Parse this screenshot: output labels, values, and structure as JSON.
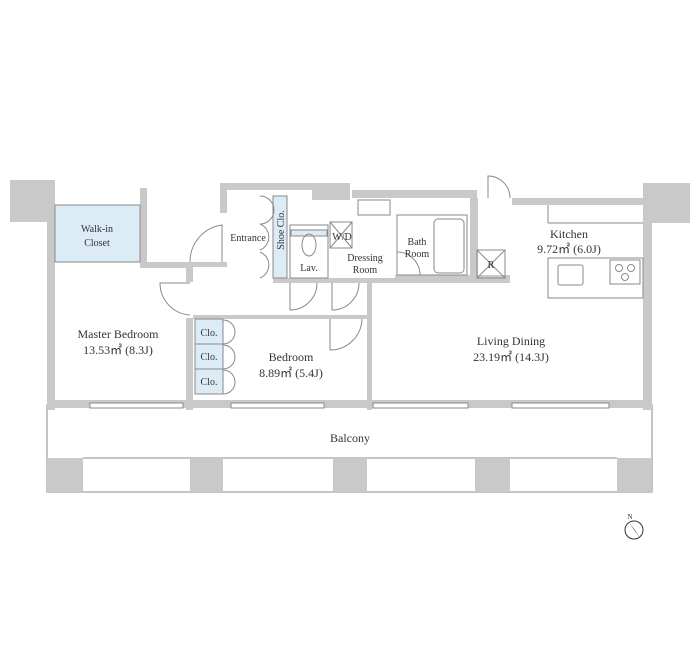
{
  "rooms": {
    "walk_in_closet": {
      "line1": "Walk-in",
      "line2": "Closet"
    },
    "entrance": "Entrance",
    "shoe_closet": "Shoe Clo.",
    "lavatory": "Lav.",
    "washer_dryer": "W/D",
    "dressing_room": {
      "line1": "Dressing",
      "line2": "Room"
    },
    "bath_room": {
      "line1": "Bath",
      "line2": "Room"
    },
    "refrigerator": "R",
    "kitchen": {
      "name": "Kitchen",
      "area": "9.72㎡ (6.0J)"
    },
    "master_bedroom": {
      "name": "Master Bedroom",
      "area": "13.53㎡ (8.3J)"
    },
    "bedroom": {
      "name": "Bedroom",
      "area": "8.89㎡ (5.4J)"
    },
    "closets": [
      "Clo.",
      "Clo.",
      "Clo."
    ],
    "living_dining": {
      "name": "Living Dining",
      "area": "23.19㎡ (14.3J)"
    },
    "balcony": "Balcony"
  },
  "compass": {
    "label": "N"
  },
  "colors": {
    "wall": "#c9c9c9",
    "storage": "#dcecf7"
  }
}
